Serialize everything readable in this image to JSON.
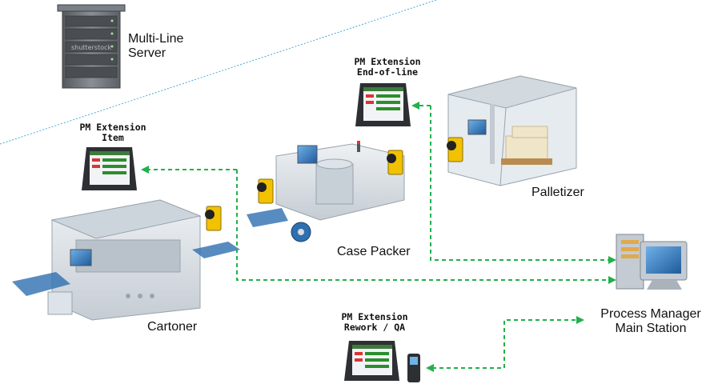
{
  "labels": {
    "server": [
      "Multi-Line",
      "Server"
    ],
    "pm_end_of_line": [
      "PM Extension",
      "End-of-line"
    ],
    "pm_item": [
      "PM Extension",
      "Item"
    ],
    "pm_rework": [
      "PM Extension",
      "Rework / QA"
    ],
    "palletizer": "Palletizer",
    "case_packer": "Case Packer",
    "cartoner": "Cartoner",
    "main_station": [
      "Process Manager",
      "Main Station"
    ],
    "server_watermark": "shutterstock"
  },
  "colors": {
    "connector": "#22b14c",
    "divider": "#4aa8d8",
    "machine_body": "#d9dde2",
    "machine_frame": "#aab3bc",
    "camera": "#f2c200",
    "server": "#6b6f74",
    "screen": "#2e6fb0"
  }
}
